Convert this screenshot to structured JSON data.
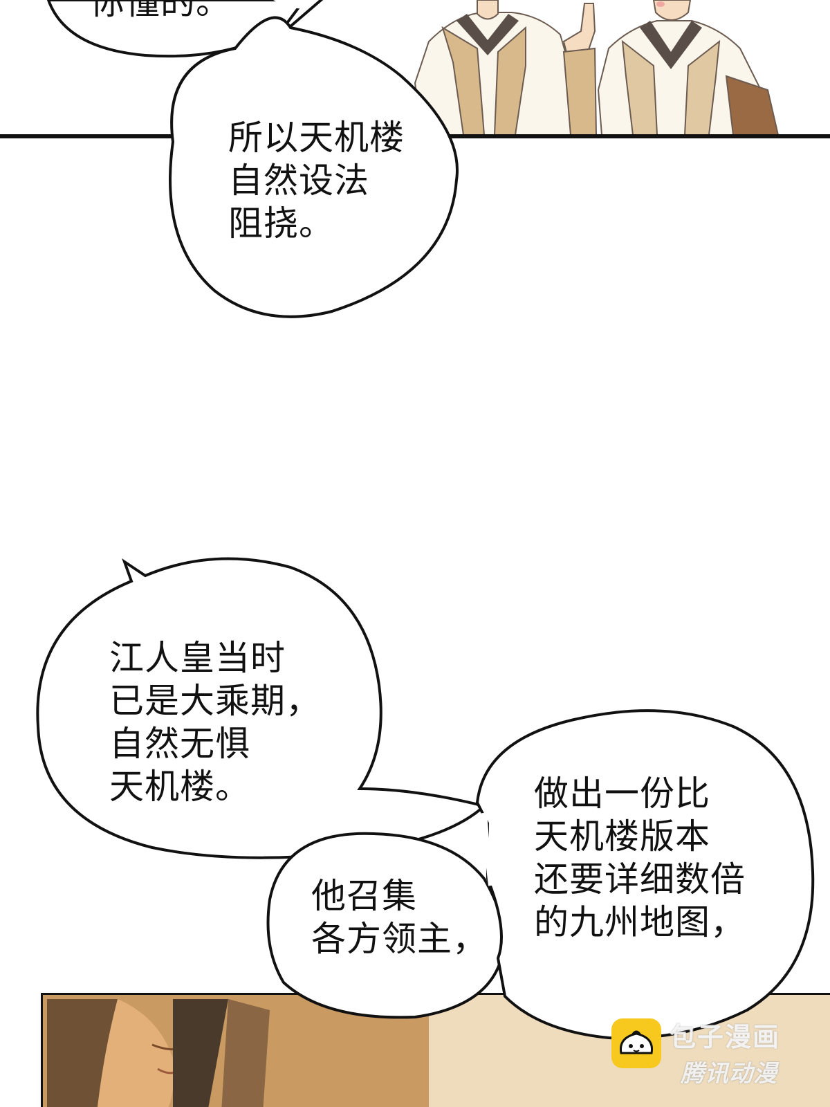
{
  "panels": {
    "top_bubble_partial": {
      "text": "你懂的。"
    },
    "bubble_tianjilou": {
      "lines": [
        "所以天机楼",
        "自然设法",
        "阻挠。"
      ]
    },
    "bubble_jiang": {
      "lines": [
        "江人皇当时",
        "已是大乘期，",
        "自然无惧",
        "天机楼。"
      ]
    },
    "bubble_summon": {
      "lines": [
        "他召集",
        "各方领主，"
      ]
    },
    "bubble_map": {
      "lines": [
        "做出一份比",
        "天机楼版本",
        "还要详细数倍",
        "的九州地图，"
      ]
    }
  },
  "watermark": {
    "line1": "包子漫画",
    "line2": "腾讯动漫"
  },
  "colors": {
    "ink": "#111111",
    "robe_light": "#fbf6ec",
    "robe_tan": "#d8b98c",
    "robe_dark": "#5a4e48",
    "skin": "#f6dcc0",
    "panel_bg_warm": "#e7c99a",
    "logo_yellow": "#f7c81e"
  }
}
